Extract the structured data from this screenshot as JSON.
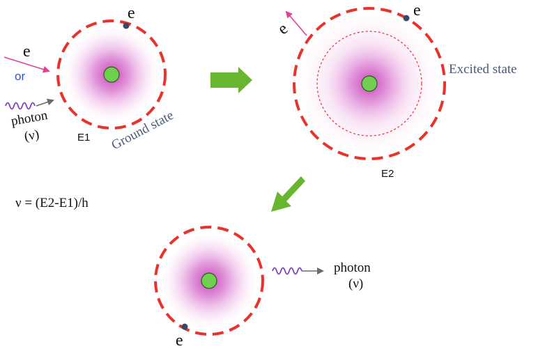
{
  "colors": {
    "orbit": "#e8322b",
    "glow": "#cf3fbf",
    "nucleus": "#6fcf4f",
    "arrow": "#68b52f",
    "incoming_arrow": "#e43d9c",
    "photon_wave": "#7b3fbf",
    "electron": "#3a4a66",
    "label_slate": "#4a5a7a",
    "label_blue": "#3355bb"
  },
  "atom1": {
    "electron_label": "e",
    "incoming_electron_label": "e",
    "or_label": "or",
    "photon_label": "photon",
    "nu_label": "(ν)",
    "energy_label": "E1",
    "state_label": "Ground state"
  },
  "atom2": {
    "electron_label": "e",
    "state_label": "Excited state",
    "energy_label": "E2"
  },
  "formula": "ν = (E2-E1)/h",
  "atom3": {
    "electron_label": "e",
    "photon_label": "photon",
    "nu_label": "(ν)"
  }
}
